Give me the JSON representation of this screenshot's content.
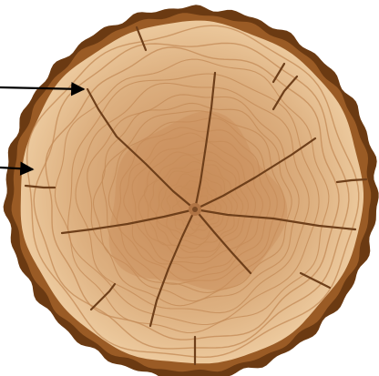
{
  "figure": {
    "subject": "tree-trunk-cross-section",
    "pointers": [
      {
        "name": "arrow-to-inner-bark-edge"
      },
      {
        "name": "arrow-to-outer-bark"
      }
    ]
  },
  "colors": {
    "background": "#ffffff",
    "bark_dark": "#6b3a12",
    "bark_mid": "#8a4f1d",
    "sapwood_light": "#e9c89a",
    "ring_line": "#c38a55",
    "heartwood": "#cf9765",
    "heartwood_core": "#c2875a",
    "crack": "#6e3f1a",
    "pith": "#7a4a24",
    "arrow": "#000000"
  }
}
